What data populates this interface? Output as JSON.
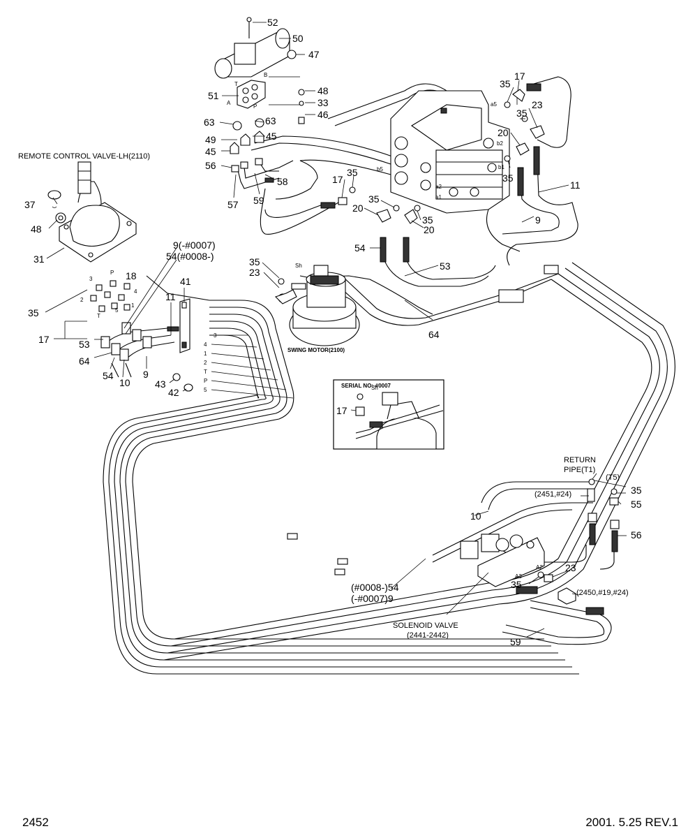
{
  "titles": {
    "remote_control_valve": "REMOTE CONTROL VALVE-LH(2110)",
    "swing_motor": "SWING MOTOR(2100)",
    "serial_no": "SERIAL NO:-#0007",
    "return_pipe_line1": "RETURN",
    "return_pipe_line2": "PIPE(T1)",
    "t5": "(T5)",
    "solenoid_valve_line1": "SOLENOID VALVE",
    "solenoid_valve_line2": "(2441-2442)",
    "ref_2451": "(2451,#24)",
    "ref_2450": "(2450,#19,#24)",
    "serial_54": "(#0008-)54",
    "serial_9": "(-#0007)9",
    "label_9_serial": "9(-#0007)",
    "label_54_serial": "54(#0008-)"
  },
  "part_numbers": [
    "52",
    "50",
    "47",
    "51",
    "48",
    "33",
    "46",
    "63",
    "63",
    "49",
    "45",
    "45",
    "56",
    "57",
    "59",
    "58",
    "17",
    "35",
    "35",
    "20",
    "35",
    "20",
    "54",
    "53",
    "35",
    "17",
    "35",
    "23",
    "20",
    "35",
    "11",
    "9",
    "37",
    "48",
    "31",
    "18",
    "35",
    "17",
    "53",
    "64",
    "54",
    "10",
    "9",
    "41",
    "11",
    "43",
    "42",
    "35",
    "23",
    "64",
    "17",
    "10",
    "35",
    "55",
    "56",
    "23",
    "35",
    "59"
  ],
  "port_labels": {
    "control_valve": [
      "a5",
      "b5",
      "b2",
      "b1",
      "a2",
      "a1"
    ],
    "pilot_block": [
      "T",
      "B",
      "A",
      "P"
    ],
    "rcv_ports": [
      "3",
      "P",
      "4",
      "2",
      "T",
      "1",
      "5"
    ],
    "hose_ports": [
      "3",
      "4",
      "1",
      "2",
      "T",
      "P",
      "5"
    ],
    "solenoid": [
      "A2",
      "A3"
    ],
    "swing": [
      "Sh",
      "Sh"
    ]
  },
  "footer": {
    "page_number": "2452",
    "revision": "2001. 5.25  REV.1"
  }
}
